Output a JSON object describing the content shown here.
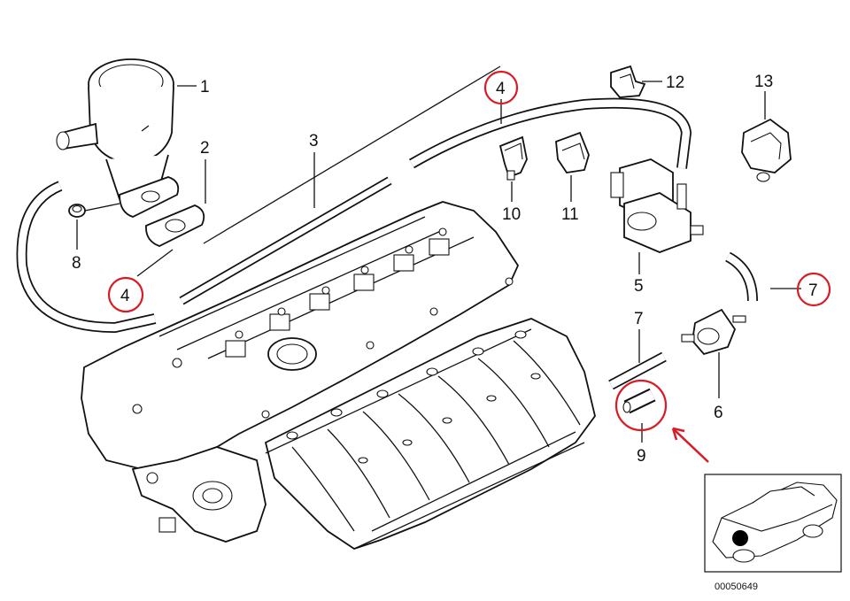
{
  "diagram": {
    "callouts": [
      {
        "id": "c1",
        "text": "1"
      },
      {
        "id": "c2",
        "text": "2"
      },
      {
        "id": "c3",
        "text": "3"
      },
      {
        "id": "c4a",
        "text": "4"
      },
      {
        "id": "c4b",
        "text": "4"
      },
      {
        "id": "c5",
        "text": "5"
      },
      {
        "id": "c6",
        "text": "6"
      },
      {
        "id": "c7a",
        "text": "7"
      },
      {
        "id": "c7b",
        "text": "7"
      },
      {
        "id": "c8",
        "text": "8"
      },
      {
        "id": "c9",
        "text": "9"
      },
      {
        "id": "c10",
        "text": "10"
      },
      {
        "id": "c11",
        "text": "11"
      },
      {
        "id": "c12",
        "text": "12"
      },
      {
        "id": "c13",
        "text": "13"
      }
    ],
    "highlighted_callouts": [
      "4",
      "7",
      "9"
    ],
    "highlight_color": "#d81b24",
    "line_color": "#111111",
    "diagram_number": "00050649"
  }
}
